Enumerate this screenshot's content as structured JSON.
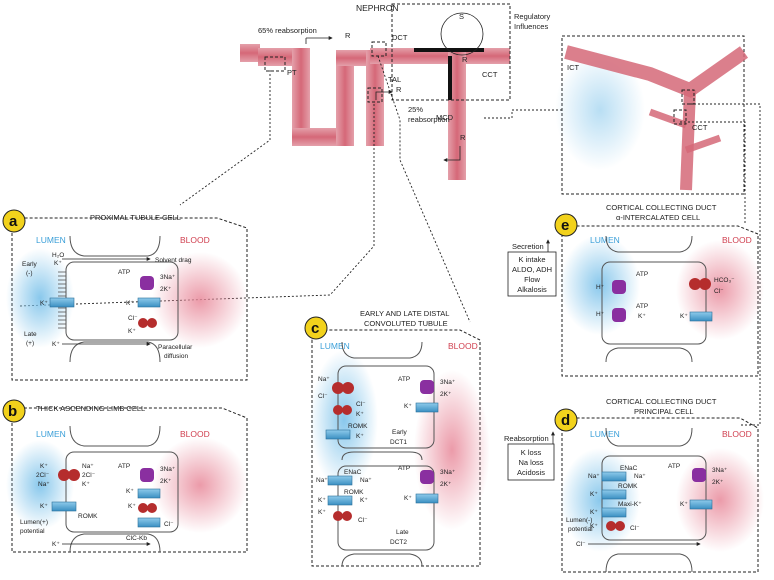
{
  "nephron": {
    "title": "NEPHRON",
    "reabs65": "65% reabsorption",
    "reabs25a": "25%",
    "reabs25b": "reabsorption",
    "pt": "PT",
    "dct": "DCT",
    "tal": "TAL",
    "cct": "CCT",
    "mcd": "MCD",
    "r": "R",
    "s": "S",
    "reg1": "Regulatory",
    "reg2": "Influences",
    "ict": "ICT",
    "cct2": "CCT"
  },
  "common": {
    "lumen": "LUMEN",
    "blood": "BLOOD"
  },
  "panel_a": {
    "letter": "a",
    "title": "PROXIMAL TUBULE CELL",
    "h2o": "H₂O",
    "k1": "K⁺",
    "solvent": "Solvent drag",
    "atp": "ATP",
    "na3": "3Na⁺",
    "k2": "2K⁺",
    "kleft": "K⁺",
    "kright": "K⁺",
    "cl": "Cl⁻",
    "kright2": "K⁺",
    "early1": "Early",
    "early2": "(-)",
    "late1": "Late",
    "late2": "(+)",
    "kbottom": "K⁺",
    "para1": "Paracellular",
    "para2": "diffusion"
  },
  "panel_b": {
    "letter": "b",
    "title": "THICK ASCENDING LIMB CELL",
    "k": "K⁺",
    "cl2": "2Cl⁻",
    "na": "Na⁺",
    "na_r": "Na⁺",
    "cl2_r": "2Cl⁻",
    "k_r": "K⁺",
    "atp": "ATP",
    "na3": "3Na⁺",
    "k2": "2K⁺",
    "k_bl": "K⁺",
    "k_lum": "K⁺",
    "romk": "ROMK",
    "k_b2": "K⁺",
    "cl_b": "Cl⁻",
    "clc": "ClC-Kb",
    "potential1": "Lumen(+)",
    "potential2": "potential",
    "kbottom": "K⁺"
  },
  "panel_c": {
    "letter": "c",
    "title1": "EARLY AND LATE DISTAL",
    "title2": "CONVOLUTED TUBULE",
    "na": "Na⁺",
    "cl": "Cl⁻",
    "cl_r": "Cl⁻",
    "k_r": "K⁺",
    "romk": "ROMK",
    "k_lum": "K⁺",
    "atp": "ATP",
    "na3": "3Na⁺",
    "k2": "2K⁺",
    "k_bl": "K⁺",
    "early": "Early",
    "dct1": "DCT1",
    "enac": "ENaC",
    "na2": "Na⁺",
    "na2r": "Na⁺",
    "romk2": "ROMK",
    "k2a": "K⁺",
    "k2b": "K⁺",
    "cl2": "Cl⁻",
    "k2c": "K⁺",
    "atp2": "ATP",
    "na3b": "3Na⁺",
    "k2x": "2K⁺",
    "k_bl2": "K⁺",
    "late": "Late",
    "dct2": "DCT2"
  },
  "panel_d": {
    "letter": "d",
    "title1": "CORTICAL COLLECTING DUCT",
    "title2": "PRINCIPAL CELL",
    "na": "Na⁺",
    "enac": "ENaC",
    "na_r": "Na⁺",
    "romk": "ROMK",
    "k1": "K⁺",
    "maxi": "Maxi-K⁺",
    "k2": "K⁺",
    "k3": "K⁺",
    "cl": "Cl⁻",
    "atp": "ATP",
    "na3": "3Na⁺",
    "k2x": "2K⁺",
    "k_bl": "K⁺",
    "potential1": "Lumen(-)",
    "potential2": "potential",
    "clbottom": "Cl⁻"
  },
  "panel_e": {
    "letter": "e",
    "title1": "CORTICAL COLLECTING DUCT",
    "title2": "α-INTERCALATED  CELL",
    "h1": "H⁺",
    "h2": "H⁺",
    "atp1": "ATP",
    "atp2": "ATP",
    "k": "K⁺",
    "hco3": "HCO₃⁻",
    "cl": "Cl⁻",
    "k_bl": "K⁺"
  },
  "secretion": {
    "title": "Secretion",
    "items": [
      "K intake",
      "ALDO, ADH",
      "Flow",
      "Alkalosis"
    ]
  },
  "reabsorption": {
    "title": "Reabsorption",
    "items": [
      "K loss",
      "Na loss",
      "Acidosis"
    ]
  }
}
